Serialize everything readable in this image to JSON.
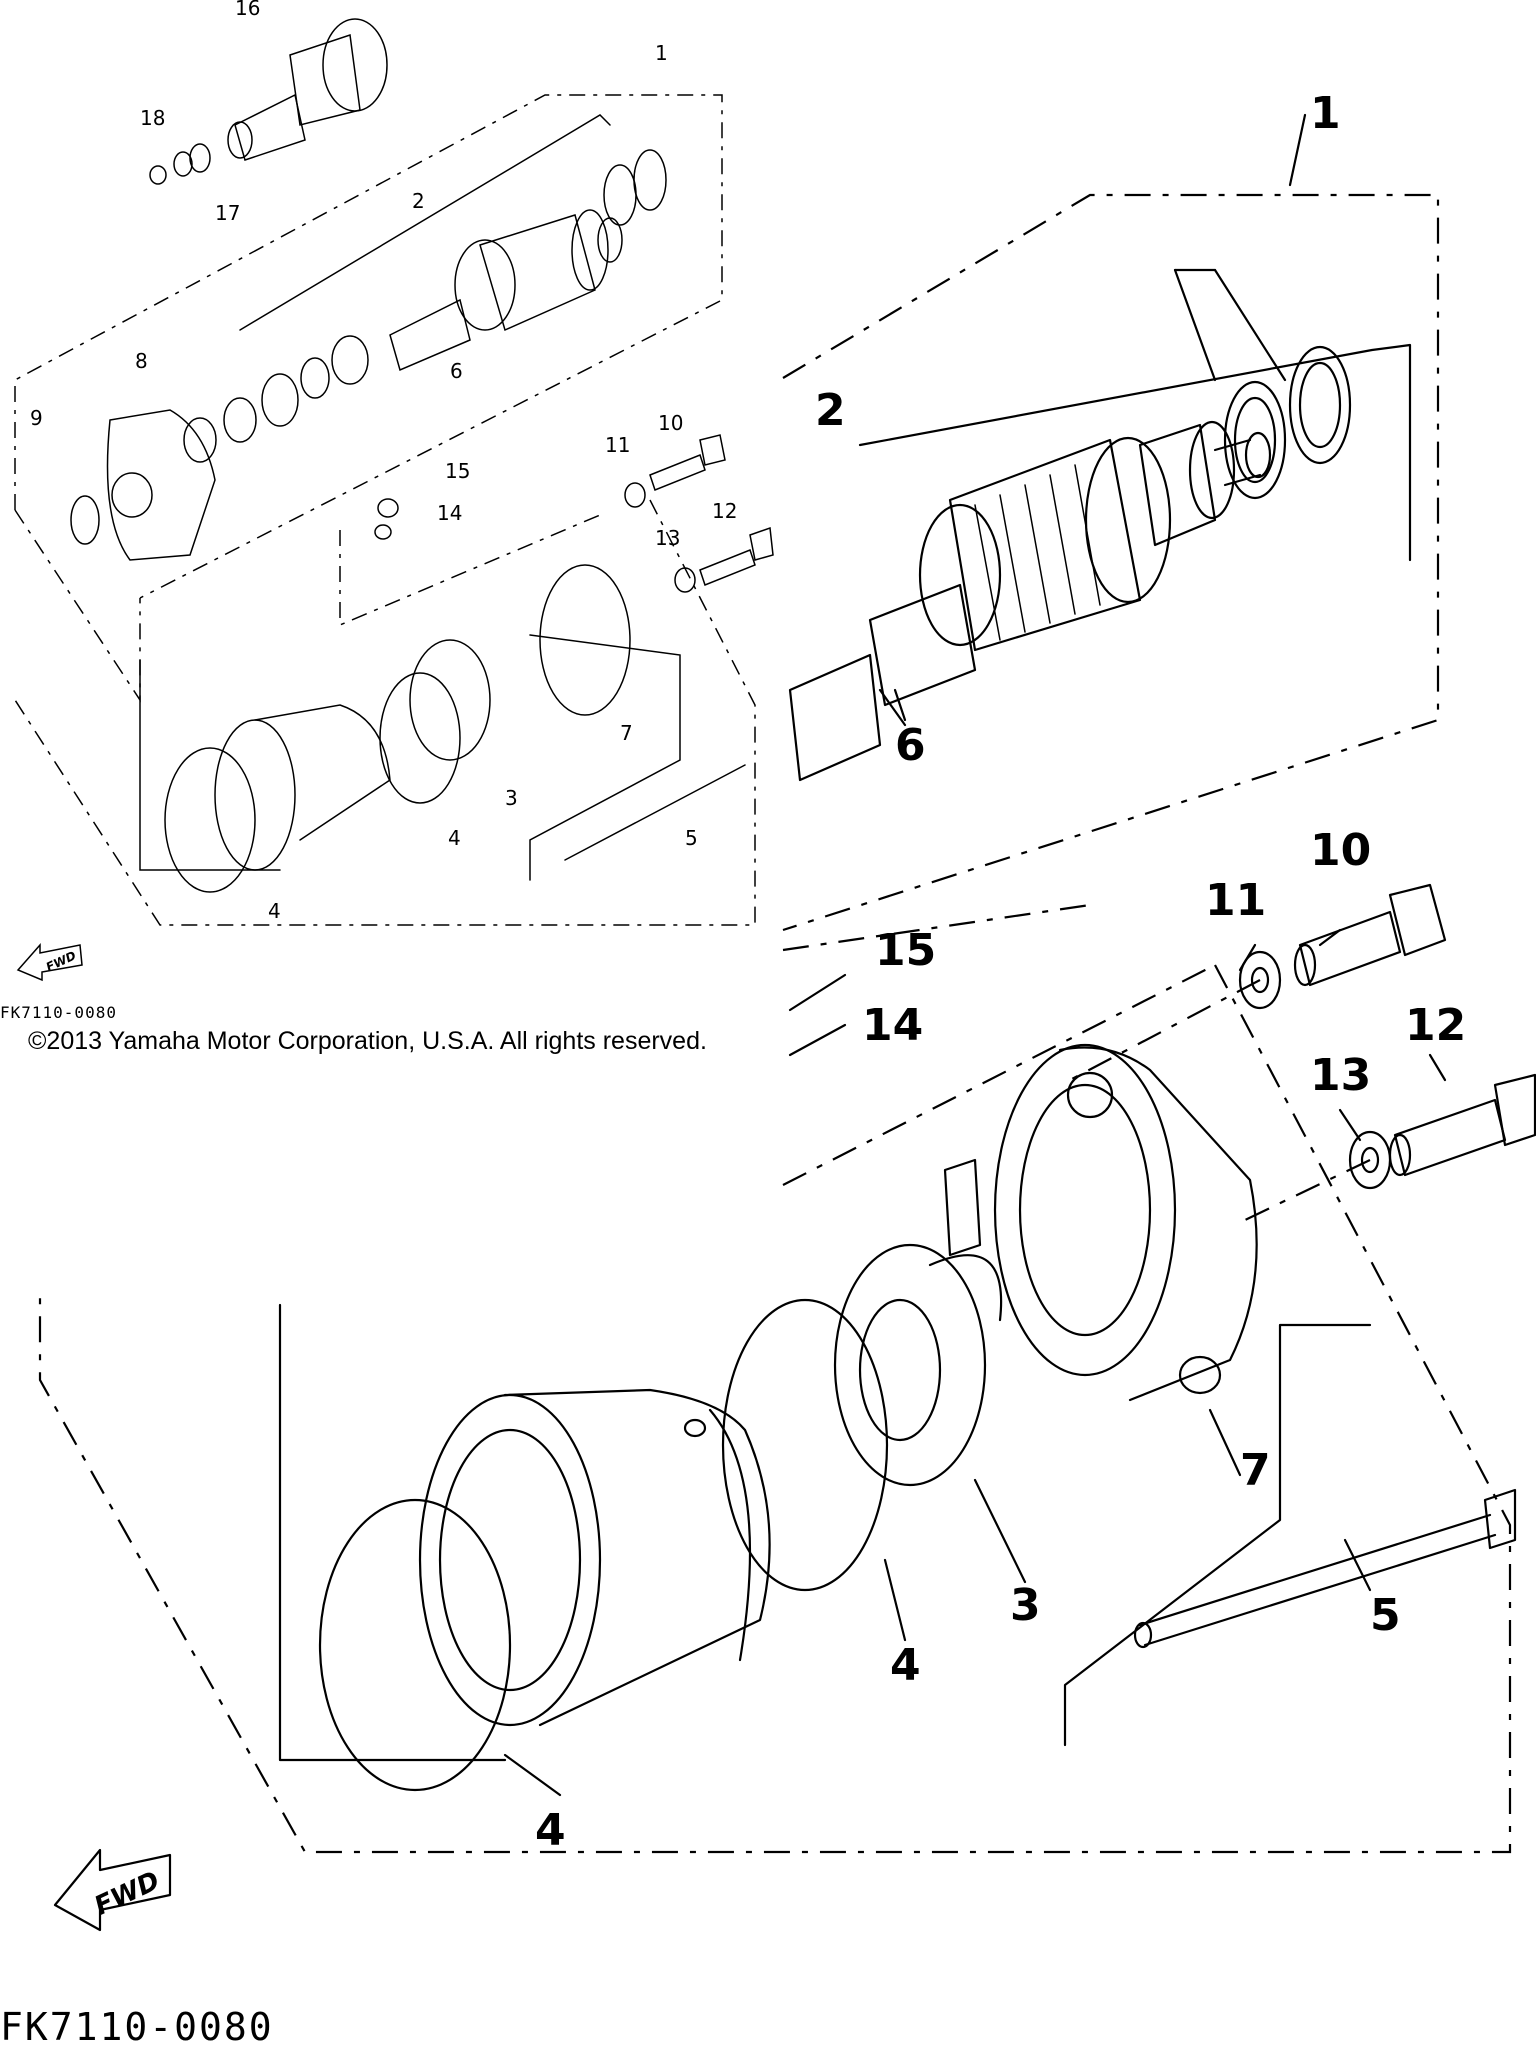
{
  "copyright": "©2013 Yamaha Motor Corporation, U.S.A. All rights reserved.",
  "diagram_code": "FK7110-0080",
  "fwd_label": "FWD",
  "part_numbers": {
    "p1": "1",
    "p2": "2",
    "p3": "3",
    "p4": "4",
    "p5": "5",
    "p6": "6",
    "p7": "7",
    "p8": "8",
    "p9": "9",
    "p10": "10",
    "p11": "11",
    "p12": "12",
    "p13": "13",
    "p14": "14",
    "p15": "15",
    "p16": "16",
    "p17": "17",
    "p18": "18"
  }
}
